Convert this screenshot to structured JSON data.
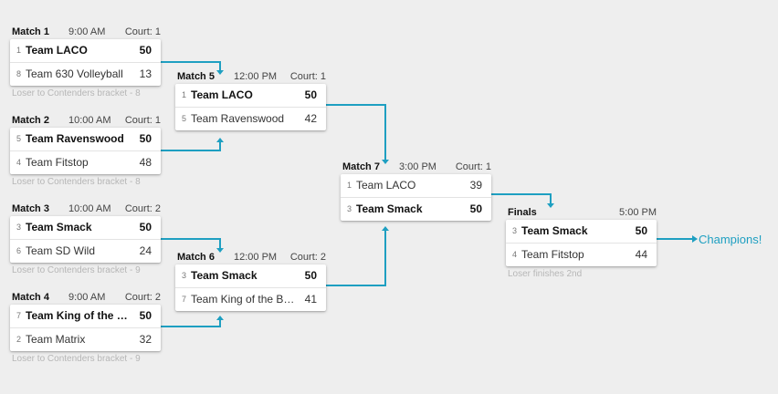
{
  "colors": {
    "connector": "#1e9fc1",
    "background": "#eeeeee"
  },
  "matches": [
    {
      "name": "Match 1",
      "time": "9:00 AM",
      "court": "Court: 1",
      "teams": [
        {
          "seed": "1",
          "name": "Team LACO",
          "score": "50"
        },
        {
          "seed": "8",
          "name": "Team 630 Volleyball",
          "score": "13"
        }
      ],
      "note": "Loser to Contenders bracket - 8"
    },
    {
      "name": "Match 2",
      "time": "10:00 AM",
      "court": "Court: 1",
      "teams": [
        {
          "seed": "5",
          "name": "Team Ravenswood",
          "score": "50"
        },
        {
          "seed": "4",
          "name": "Team Fitstop",
          "score": "48"
        }
      ],
      "note": "Loser to Contenders bracket - 8"
    },
    {
      "name": "Match 3",
      "time": "10:00 AM",
      "court": "Court: 2",
      "teams": [
        {
          "seed": "3",
          "name": "Team Smack",
          "score": "50"
        },
        {
          "seed": "6",
          "name": "Team SD Wild",
          "score": "24"
        }
      ],
      "note": "Loser to Contenders bracket - 9"
    },
    {
      "name": "Match 4",
      "time": "9:00 AM",
      "court": "Court: 2",
      "teams": [
        {
          "seed": "7",
          "name": "Team King of the Beach",
          "score": "50"
        },
        {
          "seed": "2",
          "name": "Team Matrix",
          "score": "32"
        }
      ],
      "note": "Loser to Contenders bracket - 9"
    },
    {
      "name": "Match 5",
      "time": "12:00 PM",
      "court": "Court: 1",
      "teams": [
        {
          "seed": "1",
          "name": "Team LACO",
          "score": "50"
        },
        {
          "seed": "5",
          "name": "Team Ravenswood",
          "score": "42"
        }
      ]
    },
    {
      "name": "Match 6",
      "time": "12:00 PM",
      "court": "Court: 2",
      "teams": [
        {
          "seed": "3",
          "name": "Team Smack",
          "score": "50"
        },
        {
          "seed": "7",
          "name": "Team King of the Beach",
          "score": "41"
        }
      ]
    },
    {
      "name": "Match 7",
      "time": "3:00 PM",
      "court": "Court: 1",
      "teams": [
        {
          "seed": "1",
          "name": "Team LACO",
          "score": "39"
        },
        {
          "seed": "3",
          "name": "Team Smack",
          "score": "50"
        }
      ]
    },
    {
      "name": "Finals",
      "time": "5:00 PM",
      "court": "",
      "teams": [
        {
          "seed": "3",
          "name": "Team Smack",
          "score": "50"
        },
        {
          "seed": "4",
          "name": "Team Fitstop",
          "score": "44"
        }
      ],
      "note": "Loser finishes 2nd"
    }
  ],
  "champions_label": "Champions!"
}
